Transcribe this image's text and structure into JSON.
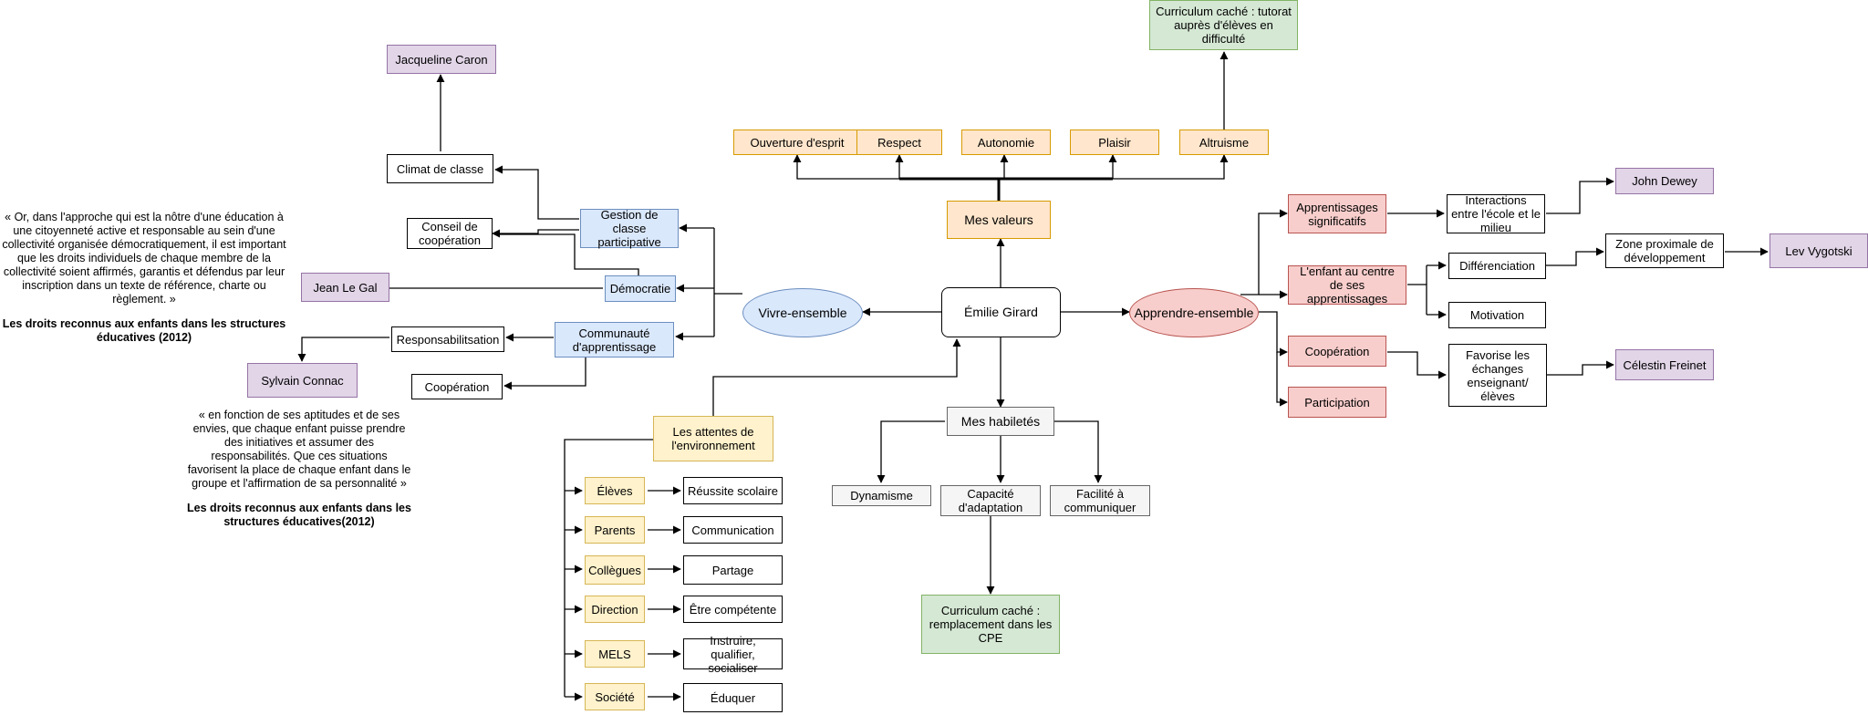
{
  "center": "Émilie Girard",
  "hubs": {
    "vivre": "Vivre-ensemble",
    "apprendre": "Apprendre-ensemble",
    "valeurs": "Mes valeurs",
    "habiletes": "Mes habiletés",
    "attentes": "Les attentes de l'environnement"
  },
  "valeurs": {
    "ouverture": "Ouverture d'esprit",
    "respect": "Respect",
    "autonomie": "Autonomie",
    "plaisir": "Plaisir",
    "altruisme": "Altruisme",
    "curriculum_tutorat": "Curriculum caché : tutorat auprès d'élèves en difficulté"
  },
  "habiletes": {
    "dynamisme": "Dynamisme",
    "adaptation": "Capacité d'adaptation",
    "communiquer": "Facilité à communiquer",
    "curriculum_cpe": "Curriculum caché : remplacement dans les CPE"
  },
  "attentes": {
    "eleves": "Élèves",
    "reussite": "Réussite scolaire",
    "parents": "Parents",
    "communication": "Communication",
    "collegues": "Collègues",
    "partage": "Partage",
    "direction": "Direction",
    "competente": "Être compétente",
    "mels": "MELS",
    "instruire": "Instruire, qualifier, socialiser",
    "societe": "Société",
    "eduquer": "Éduquer"
  },
  "vivre": {
    "gestion": "Gestion de classe participative",
    "climat": "Climat de classe",
    "caron": "Jacqueline Caron",
    "conseil": "Conseil de coopération",
    "democratie": "Démocratie",
    "legal": "Jean Le Gal",
    "communaute": "Communauté d'apprentissage",
    "responsabilisation": "Responsabilitsation",
    "connac": "Sylvain Connac",
    "cooperation": "Coopération"
  },
  "quotes": {
    "q1_text": "« Or, dans l'approche qui est la nôtre d'une éducation à une citoyenneté active et responsable au sein d'une collectivité organisée démocratiquement, il est important que les droits individuels de chaque membre de la collectivité soient affirmés, garantis et défendus par leur inscription dans un texte de référence, charte ou règlement. »",
    "q1_source": "Les droits reconnus aux enfants dans les structures éducatives (2012)",
    "q2_text": "« en fonction de ses aptitudes et de ses envies, que chaque enfant puisse prendre des initiatives et assumer des responsabilités. Que ces situations favorisent la place de chaque enfant dans le groupe et l'affirmation de sa personnalité »",
    "q2_source": "Les droits reconnus aux enfants dans les structures éducatives(2012)"
  },
  "apprendre": {
    "significatifs": "Apprentissages significatifs",
    "interactions": "Interactions entre l'école et le milieu",
    "dewey": "John Dewey",
    "enfant_centre": "L'enfant au centre de ses apprentissages",
    "differenciation": "Différenciation",
    "zone": "Zone proximale de développement",
    "vygotski": "Lev Vygotski",
    "motivation": "Motivation",
    "cooperation": "Coopération",
    "favorise": "Favorise les échanges enseignant/ élèves",
    "freinet": "Célestin Freinet",
    "participation": "Participation"
  },
  "colors": {
    "orange_fill": "#ffe6cc",
    "orange_stroke": "#d79b00",
    "yellow_fill": "#fff2cc",
    "yellow_stroke": "#d6b656",
    "blue_fill": "#dae8fc",
    "blue_stroke": "#6c8ebf",
    "red_fill": "#f8cecc",
    "red_stroke": "#b85450",
    "purple_fill": "#e1d5e7",
    "purple_stroke": "#9673a6",
    "green_fill": "#d5e8d4",
    "green_stroke": "#82b366",
    "grey_fill": "#f5f5f5",
    "grey_stroke": "#666666"
  }
}
